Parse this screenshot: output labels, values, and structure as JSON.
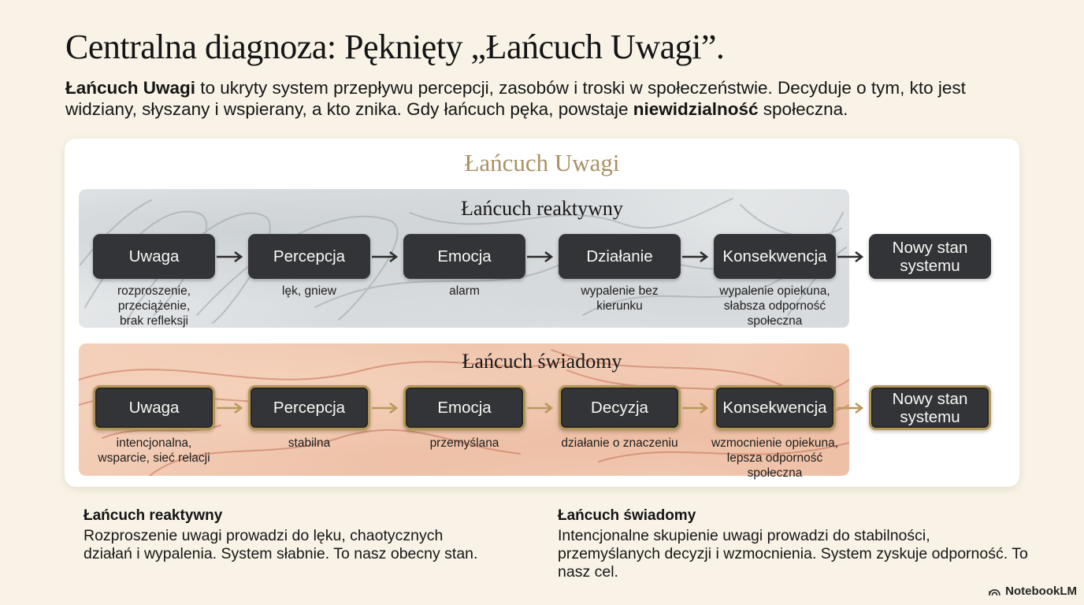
{
  "page": {
    "title": "Centralna diagnoza: Pęknięty „Łańcuch Uwagi”.",
    "subtitle": {
      "bold1": "Łańcuch Uwagi",
      "text1": " to ukryty system przepływu percepcji, zasobów i troski w społeczeństwie. Decyduje o tym, kto jest widziany, słyszany i wspierany, a kto znika. Gdy łańcuch pęka, powstaje ",
      "bold2": "niewidzialność",
      "text2": " społeczna."
    }
  },
  "diagram": {
    "title": "Łańcuch Uwagi",
    "reactive": {
      "title": "Łańcuch reaktywny",
      "boxes": [
        {
          "label": "Uwaga",
          "caption": "rozproszenie,\nprzeciążenie,\nbrak refleksji"
        },
        {
          "label": "Percepcja",
          "caption": "lęk, gniew"
        },
        {
          "label": "Emocja",
          "caption": "alarm"
        },
        {
          "label": "Działanie",
          "caption": "wypalenie bez\nkierunku"
        },
        {
          "label": "Konsekwencja",
          "caption": "wypalenie opiekuna,\nsłabsza odporność\nspołeczna"
        },
        {
          "label": "Nowy stan systemu",
          "caption": ""
        }
      ]
    },
    "conscious": {
      "title": "Łańcuch świadomy",
      "boxes": [
        {
          "label": "Uwaga",
          "caption": "intencjonalna,\nwsparcie, sieć relacji"
        },
        {
          "label": "Percepcja",
          "caption": "stabilna"
        },
        {
          "label": "Emocja",
          "caption": "przemyślana"
        },
        {
          "label": "Decyzja",
          "caption": "działanie o znaczeniu"
        },
        {
          "label": "Konsekwencja",
          "caption": "wzmocnienie opiekuna,\nlepsza odporność\nspołeczna"
        },
        {
          "label": "Nowy stan systemu",
          "caption": ""
        }
      ]
    }
  },
  "summary": {
    "left": {
      "heading": "Łańcuch reaktywny",
      "body": "Rozproszenie uwagi prowadzi do lęku, chaotycznych działań i wypalenia. System słabnie. To nasz obecny stan."
    },
    "right": {
      "heading": "Łańcuch świadomy",
      "body": "Intencjonalne skupienie uwagi prowadzi do stabilności, przemyślanych decyzji i wzmocnienia. System zyskuje odporność. To nasz cel."
    }
  },
  "footer": {
    "brand": "NotebookLM"
  },
  "colors": {
    "background": "#f8f3e6",
    "card": "#ffffff",
    "accent_gold_title": "#aa9165",
    "gold_border": "#b29757",
    "box_dark": "#333437",
    "band_gray": "#dbdee1",
    "band_salmon": "#f0c5ae",
    "arrow_dark": "#2d2d2d",
    "arrow_gold": "#b9995c",
    "sketch_gray": "#99a1a8",
    "sketch_terracotta": "#c2664a"
  }
}
